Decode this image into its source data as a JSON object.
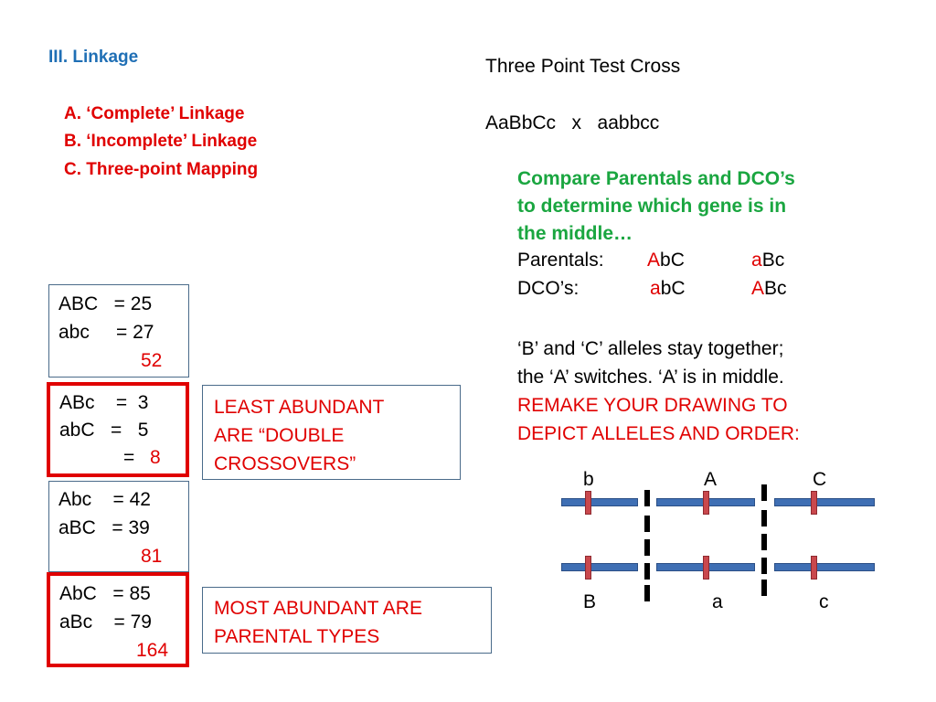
{
  "left": {
    "heading": "III. Linkage",
    "items": [
      "A. ‘Complete’ Linkage",
      "B. ‘Incomplete’ Linkage",
      "C. Three-point Mapping"
    ]
  },
  "right": {
    "title": "Three Point Test Cross",
    "cross": "AaBbCc   x   aabbcc",
    "compare": [
      "Compare Parentals and DCO’s",
      "to determine which gene is in",
      "the middle…"
    ],
    "parentals": {
      "label": "Parentals:",
      "g1": [
        "A",
        "bC"
      ],
      "g2": [
        "a",
        "Bc"
      ]
    },
    "dcos": {
      "label": "DCO’s:",
      "g1": [
        "a",
        "bC"
      ],
      "g2": [
        "A",
        "Bc"
      ]
    },
    "note": [
      "‘B’ and ‘C’ alleles stay together;",
      "the ‘A’ switches. ‘A’ is in middle."
    ],
    "remake": [
      "REMAKE YOUR DRAWING TO",
      "DEPICT ALLELES AND ORDER:"
    ]
  },
  "groups": [
    {
      "lines": [
        "ABC   = 25",
        "abc     = 27"
      ],
      "sum": "52"
    },
    {
      "lines": [
        "ABc    =  3",
        "abC   =   5"
      ],
      "sum_prefix": "=",
      "sum": "8"
    },
    {
      "lines": [
        "Abc    = 42",
        "aBC   = 39"
      ],
      "sum": "81"
    },
    {
      "lines": [
        "AbC   = 85",
        "aBc    = 79"
      ],
      "sum": "164"
    }
  ],
  "callouts": {
    "dco": [
      "LEAST ABUNDANT",
      "ARE “DOUBLE",
      "CROSSOVERS”"
    ],
    "parental": [
      "MOST ABUNDANT ARE",
      "PARENTAL TYPES"
    ]
  },
  "diagram": {
    "top_labels": [
      "b",
      "A",
      "C"
    ],
    "bottom_labels": [
      "B",
      "a",
      "c"
    ]
  },
  "colors": {
    "heading": "#1f6fb5",
    "red": "#e00000",
    "green": "#1aa640",
    "chromosome": "#3f6fb4",
    "locus": "#c9484d"
  }
}
